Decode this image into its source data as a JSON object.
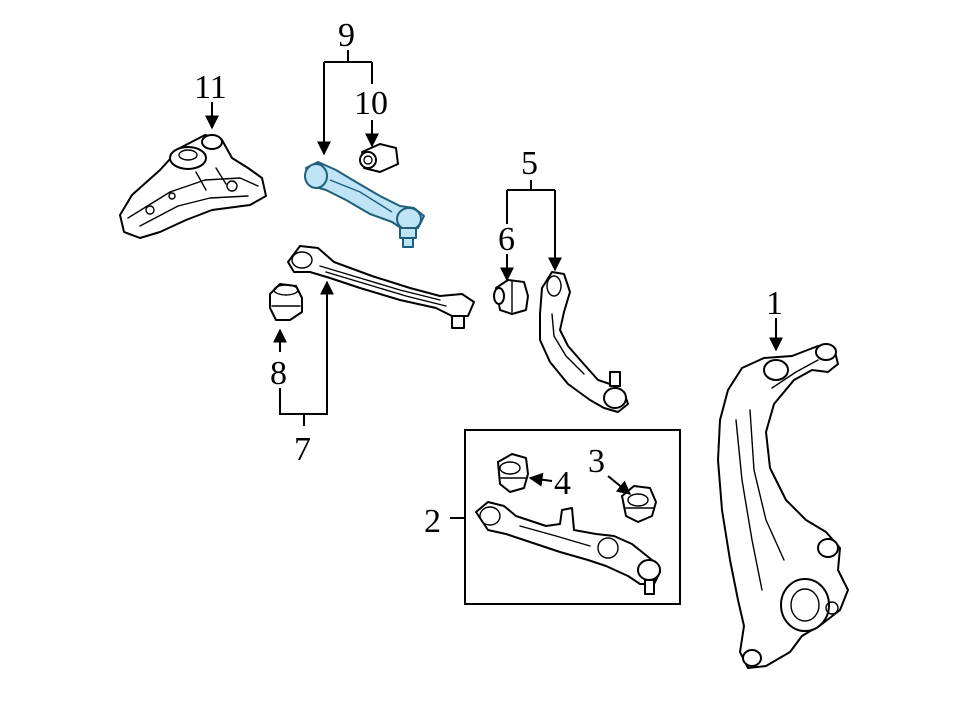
{
  "colors": {
    "line": "#000000",
    "highlight_fill": "#bfe4f5",
    "highlight_stroke": "#1f5f7a",
    "background": "#ffffff"
  },
  "callouts": {
    "c1": "1",
    "c2": "2",
    "c3": "3",
    "c4": "4",
    "c5": "5",
    "c6": "6",
    "c7": "7",
    "c8": "8",
    "c9": "9",
    "c10": "10",
    "c11": "11"
  }
}
